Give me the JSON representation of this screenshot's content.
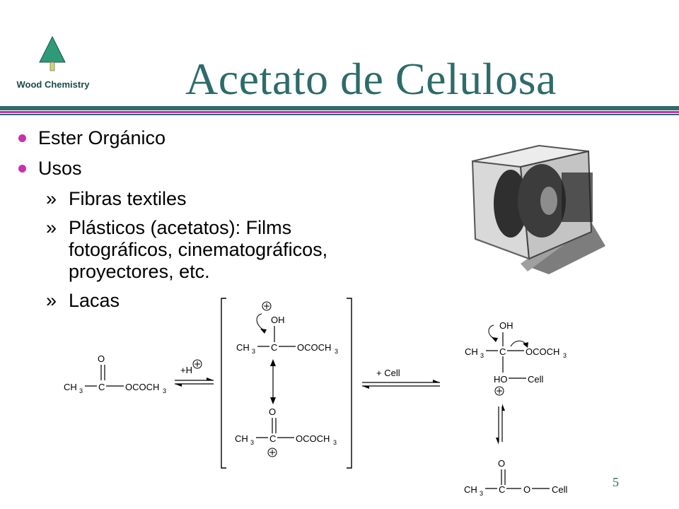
{
  "header": {
    "logo_label": "Wood Chemistry",
    "title": "Acetato de Celulosa"
  },
  "bullets": [
    {
      "text": "Ester Orgánico"
    },
    {
      "text": "Usos"
    }
  ],
  "sub_bullets": [
    {
      "marker": "»",
      "lines": [
        "Fibras textiles"
      ]
    },
    {
      "marker": "»",
      "lines": [
        "Plásticos (acetatos): Films",
        "fotográficos, cinematográficos,",
        "proyectores, etc."
      ]
    },
    {
      "marker": "»",
      "lines": [
        "Lacas"
      ]
    }
  ],
  "scheme": {
    "plus_h": "+H",
    "plus_cell": "+ Cell",
    "o": "O",
    "oh": "OH",
    "ho": "HO",
    "c": "C",
    "ch": "CH",
    "sub3": "3",
    "ococh": "OCOCH",
    "cell": "Cell",
    "plus": "+"
  },
  "footer": {
    "page_number": "5"
  },
  "colors": {
    "teal": "#2e6b6b",
    "magenta": "#cc2faf",
    "tree": "#2e9a78"
  }
}
